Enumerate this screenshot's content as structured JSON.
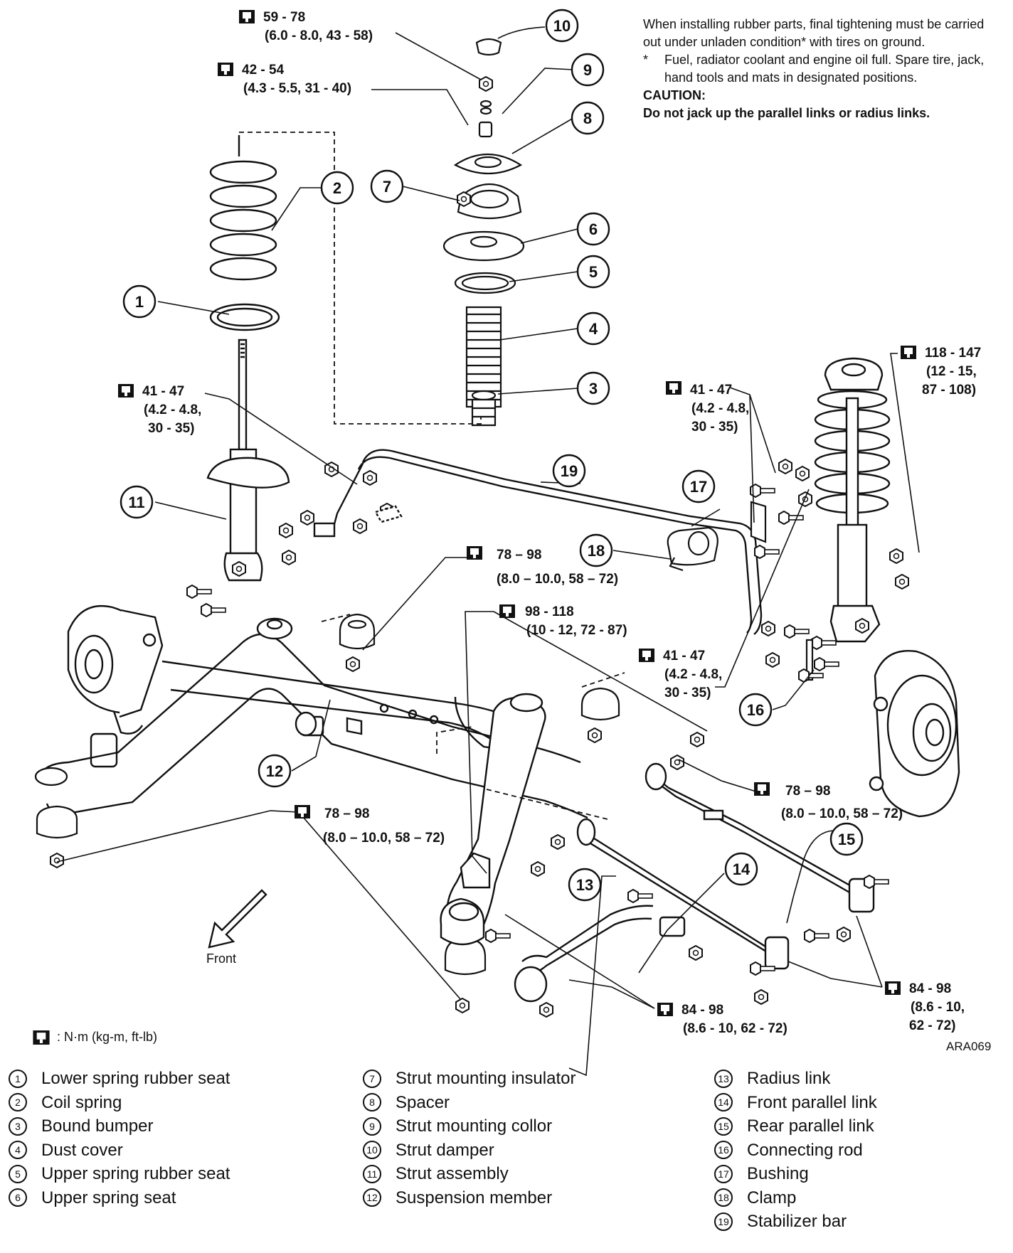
{
  "note": {
    "line1": "When installing rubber parts, final tightening must be carried out under unladen condition* with tires on ground.",
    "star": "*",
    "line2": "Fuel, radiator coolant and engine oil full. Spare tire, jack, hand tools and mats in designated positions.",
    "caution_title": "CAUTION:",
    "caution_text": "Do not jack up the parallel links or radius links."
  },
  "torques": {
    "t59": {
      "a": "59 - 78",
      "b": "(6.0 - 8.0, 43 - 58)"
    },
    "t42": {
      "a": "42 - 54",
      "b": "(4.3 - 5.5, 31 - 40)"
    },
    "t41a": {
      "a": "41 - 47",
      "b": "(4.2 - 4.8,",
      "c": "30 - 35)"
    },
    "t118": {
      "a": "118 - 147",
      "b": "(12 - 15,",
      "c": "87 - 108)"
    },
    "t41b": {
      "a": "41 - 47",
      "b": "(4.2 - 4.8,",
      "c": "30 - 35)"
    },
    "t78a": {
      "a": "78 – 98",
      "b": "(8.0 – 10.0, 58 – 72)"
    },
    "t98": {
      "a": "98 - 118",
      "b": "(10 - 12, 72 - 87)"
    },
    "t41c": {
      "a": "41 - 47",
      "b": "(4.2 - 4.8,",
      "c": "30 - 35)"
    },
    "t78b": {
      "a": "78 – 98",
      "b": "(8.0 – 10.0, 58 – 72)"
    },
    "t78c": {
      "a": "78 – 98",
      "b": "(8.0 – 10.0, 58 – 72)"
    },
    "t84a": {
      "a": "84 - 98",
      "b": "(8.6 - 10,",
      "c": "62 - 72)"
    },
    "t84b": {
      "a": "84 - 98",
      "b": "(8.6 - 10, 62 - 72)"
    }
  },
  "callouts": [
    "1",
    "2",
    "3",
    "4",
    "5",
    "6",
    "7",
    "8",
    "9",
    "10",
    "11",
    "12",
    "13",
    "14",
    "15",
    "16",
    "17",
    "18",
    "19"
  ],
  "front_label": "Front",
  "unit_key": ": N·m (kg-m, ft-lb)",
  "figure_id": "ARA069",
  "parts": [
    {
      "num": "1",
      "name": "Lower spring rubber seat"
    },
    {
      "num": "2",
      "name": "Coil spring"
    },
    {
      "num": "3",
      "name": "Bound bumper"
    },
    {
      "num": "4",
      "name": "Dust cover"
    },
    {
      "num": "5",
      "name": "Upper spring rubber seat"
    },
    {
      "num": "6",
      "name": "Upper spring seat"
    },
    {
      "num": "7",
      "name": "Strut mounting insulator"
    },
    {
      "num": "8",
      "name": "Spacer"
    },
    {
      "num": "9",
      "name": "Strut mounting collor"
    },
    {
      "num": "10",
      "name": "Strut damper"
    },
    {
      "num": "11",
      "name": "Strut assembly"
    },
    {
      "num": "12",
      "name": "Suspension member"
    },
    {
      "num": "13",
      "name": "Radius link"
    },
    {
      "num": "14",
      "name": "Front parallel link"
    },
    {
      "num": "15",
      "name": "Rear parallel link"
    },
    {
      "num": "16",
      "name": "Connecting rod"
    },
    {
      "num": "17",
      "name": "Bushing"
    },
    {
      "num": "18",
      "name": "Clamp"
    },
    {
      "num": "19",
      "name": "Stabilizer bar"
    }
  ]
}
